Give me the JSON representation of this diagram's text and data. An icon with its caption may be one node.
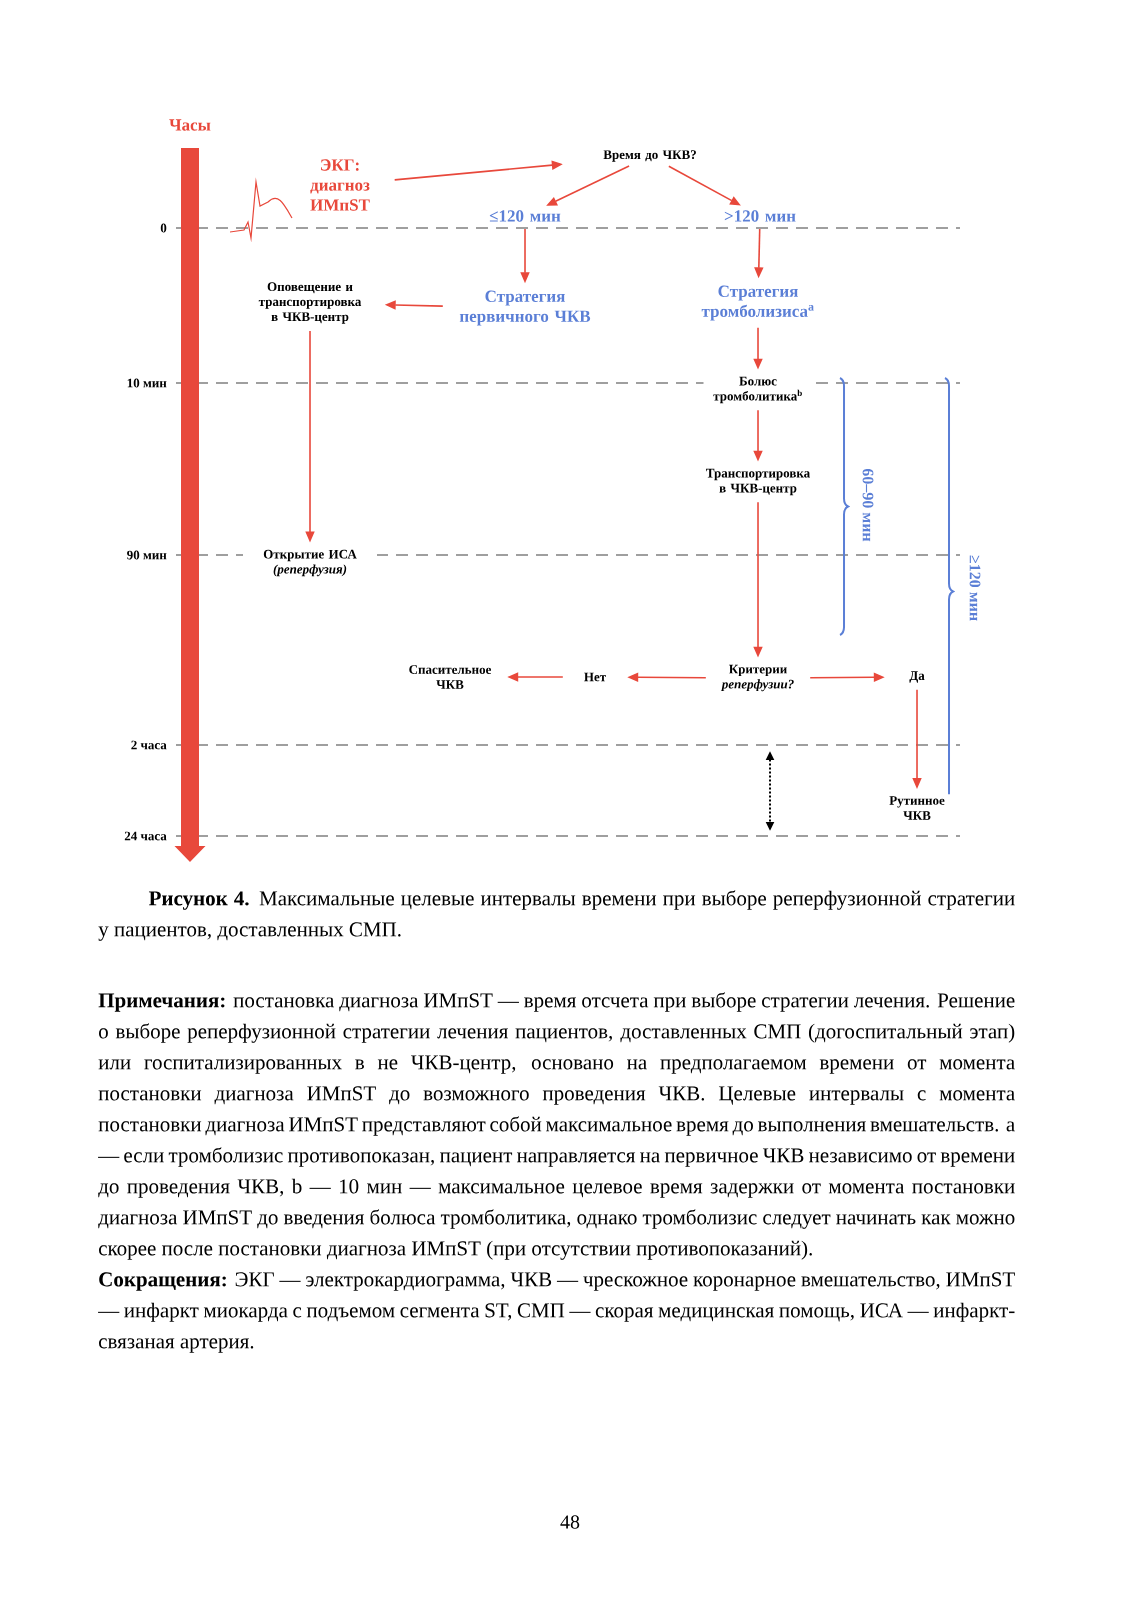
{
  "diagram": {
    "caption": "**Рисунок 4.** Максимальные целевые интервалы времени при выборе реперфузионной стратегии у пациентов, доставленных СМП.",
    "nodes": [
      {
        "text": [
          "ЭКГ: диагноз ИМпST"
        ]
      },
      {
        "text": [
          "Время до ЧКВ?"
        ]
      },
      {
        "text": [
          "≤120 мин"
        ]
      },
      {
        "text": [
          ">120 мин"
        ]
      },
      {
        "text": [
          "Стратегия первичного ЧКВ"
        ]
      },
      {
        "text": [
          "Оповещение и транспортировка в ЧКВ-центр"
        ]
      },
      {
        "text": [
          "Стратегия тромболизиса$^{a}$"
        ]
      },
      {
        "text": [
          "Болюс тромболитика$^{b}$"
        ]
      },
      {
        "text": [
          "Транспортировка в ЧКВ-центр"
        ]
      },
      {
        "text": [
          "Открытие ИСА",
          "(реперфузия)"
        ]
      },
      {
        "text": [
          "Критерии *реперфузии?*"
        ]
      },
      {
        "text": [
          "Нет"
        ]
      },
      {
        "text": [
          "Спасительное ЧКВ"
        ]
      },
      {
        "text": [
          "Да"
        ]
      },
      {
        "text": [
          "Рутинное ЧКВ"
        ]
      }
    ],
    "edges": [
      {
        "from": 0,
        "to": 1,
        "arrow": "to"
      },
      {
        "from": 1,
        "to": 2,
        "arrow": "to"
      },
      {
        "from": 1,
        "to": 3,
        "arrow": "to"
      },
      {
        "from": 2,
        "to": 4,
        "arrow": "to"
      },
      {
        "from": 4,
        "to": 5,
        "arrow": "to"
      },
      {
        "from": 3,
        "to": 6,
        "arrow": "to"
      },
      {
        "from": 5,
        "to": 9,
        "arrow": "to"
      },
      {
        "from": 6,
        "to": 7,
        "arrow": "to"
      },
      {
        "from": 7,
        "to": 8,
        "arrow": "to"
      },
      {
        "from": 8,
        "to": 10,
        "arrow": "to"
      },
      {
        "from": 10,
        "to": 11,
        "arrow": "to"
      },
      {
        "from": 11,
        "to": 12,
        "arrow": "to"
      },
      {
        "from": 10,
        "to": 13,
        "arrow": "to"
      },
      {
        "from": 13,
        "to": 14,
        "arrow": "to"
      }
    ],
    "labels": [
      "Часы",
      "0",
      "10 мин",
      "90 мин",
      "2 часа",
      "24 часа",
      "60–90 мин",
      "≥120 мин",
      "**Примечания:** постановка диагноза ИМпST — время отсчета при выборе стратегии лечения. Решение о выборе реперфузионной стратегии лечения пациентов, доставленных СМП (догоспитальный этап) или госпитализированных в не ЧКВ-центр, основано на предполагаемом времени от момента постановки диагноза ИМпST до возможного проведения ЧКВ. Целевые интервалы с момента постановки диагноза ИМпST представляют собой максимальное время до выполнения вмешательств. a — если тромболизис противопоказан, пациент направляется на первичное ЧКВ независимо от времени до проведения ЧКВ, b — 10 мин — максимальное целевое время задержки от момента постановки диагноза ИМпST до введения болюса тромболитика, однако тромболизис следует начинать как можно скорее после постановки диагноза ИМпST (при отсутствии противопоказаний).",
      "**Сокращения:** ЭКГ — электрокардиограмма, ЧКВ — чрескожное коронарное вмешательство, ИМпST — инфаркт миокарда с подъемом сегмента ST, СМП — скорая медицинская помощь, ИСА — инфаркт-связаная артерия.",
      "48"
    ]
  }
}
